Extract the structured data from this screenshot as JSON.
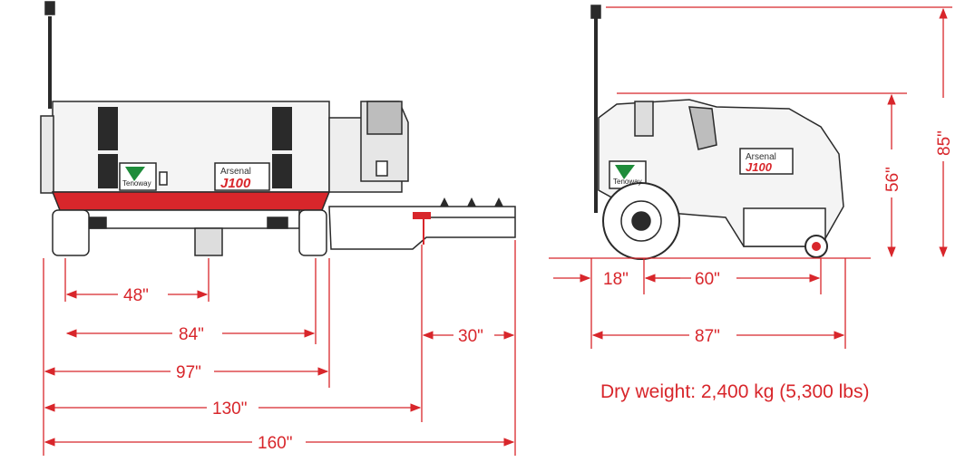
{
  "colors": {
    "dimension": "#d8262b",
    "outline": "#2a2a2a",
    "body": "#f4f4f4",
    "accent_red": "#d8262b",
    "logo_green": "#1e8c3a"
  },
  "side_view": {
    "logo_text": "Tenoway",
    "brand_text": "Arsenal",
    "model_text": "J100",
    "dimensions": {
      "d48": "48\"",
      "d84": "84\"",
      "d97": "97\"",
      "d130": "130\"",
      "d160": "160\"",
      "d30": "30\""
    }
  },
  "front_view": {
    "logo_text": "Tenoway",
    "brand_text": "Arsenal",
    "model_text": "J100",
    "dimensions": {
      "d18": "18\"",
      "d60": "60\"",
      "d87": "87\"",
      "d56": "56\"",
      "d85": "85\""
    }
  },
  "dry_weight": "Dry weight: 2,400 kg (5,300 lbs)"
}
